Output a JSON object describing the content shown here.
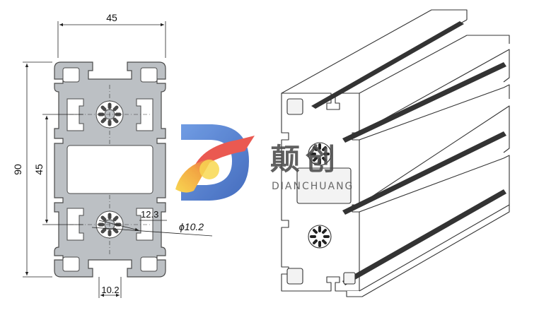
{
  "cross_section": {
    "width_label": "45",
    "total_height_label": "90",
    "inner_height_label": "45",
    "center_distance_label": "12.3",
    "bore_label": "ϕ10.2",
    "slot_label": "10.2"
  },
  "watermark": {
    "brand_cn": "颠创",
    "brand_en": "DIANCHUANG",
    "logo_letter": "D",
    "colors": {
      "blue": "#3a6fc9",
      "orange": "#f19a2a",
      "yellow": "#f7d23a",
      "red": "#e8433a"
    }
  },
  "colors": {
    "profile_fill": "#bcc0c4",
    "profile_stroke": "#4a4a4a",
    "line": "#222222"
  }
}
